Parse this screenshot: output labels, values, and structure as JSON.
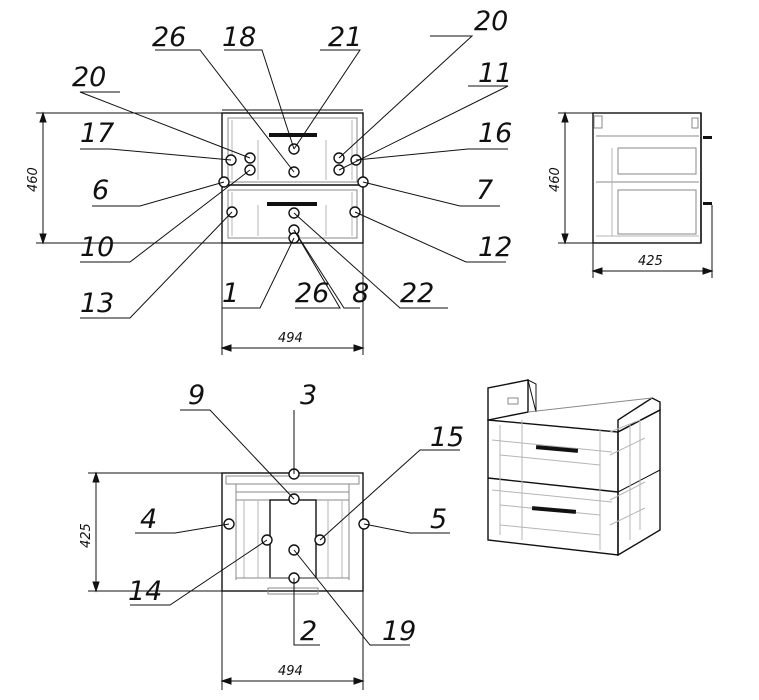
{
  "callouts": {
    "front": [
      "26",
      "18",
      "21",
      "20",
      "20",
      "11",
      "17",
      "16",
      "6",
      "7",
      "10",
      "12",
      "13",
      "1",
      "26",
      "8",
      "22"
    ],
    "bottom": [
      "9",
      "3",
      "15",
      "4",
      "5",
      "14",
      "2",
      "19"
    ]
  },
  "dimensions": {
    "front_height": "460",
    "front_width": "494",
    "side_height": "460",
    "side_depth": "425",
    "bottom_depth": "425",
    "bottom_width": "494"
  }
}
